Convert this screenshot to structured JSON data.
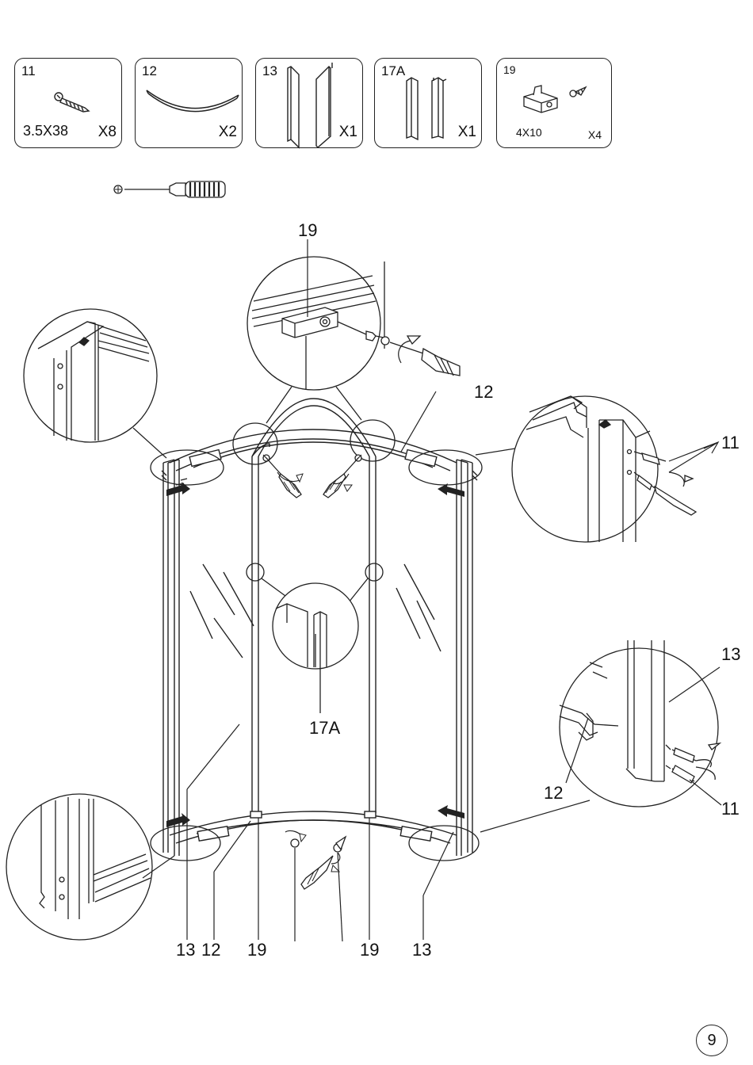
{
  "parts": [
    {
      "id": "11",
      "spec": "3.5X38",
      "qty": "X8",
      "icon": "screw-icon"
    },
    {
      "id": "12",
      "spec": "",
      "qty": "X2",
      "icon": "curved-rail-icon"
    },
    {
      "id": "13",
      "spec": "",
      "qty": "X1",
      "icon": "wall-profile-icon"
    },
    {
      "id": "17A",
      "spec": "",
      "qty": "X1",
      "icon": "magnetic-strip-icon"
    },
    {
      "id": "19",
      "spec": "4X10",
      "qty": "X4",
      "icon": "bracket-screw-icon"
    }
  ],
  "tool": {
    "icon": "phillips-screwdriver-icon"
  },
  "callouts": {
    "top_bracket": "19",
    "top_rail": "12",
    "right_screws": "11",
    "center_strip": "17A",
    "right_profile": "13",
    "right_rail": "12",
    "right_screws_bottom": "11",
    "bottom_left_profile": "13",
    "bottom_left_rail": "12",
    "bottom_left_bracket": "19",
    "bottom_right_bracket": "19",
    "bottom_right_profile": "13"
  },
  "page_number": "9"
}
